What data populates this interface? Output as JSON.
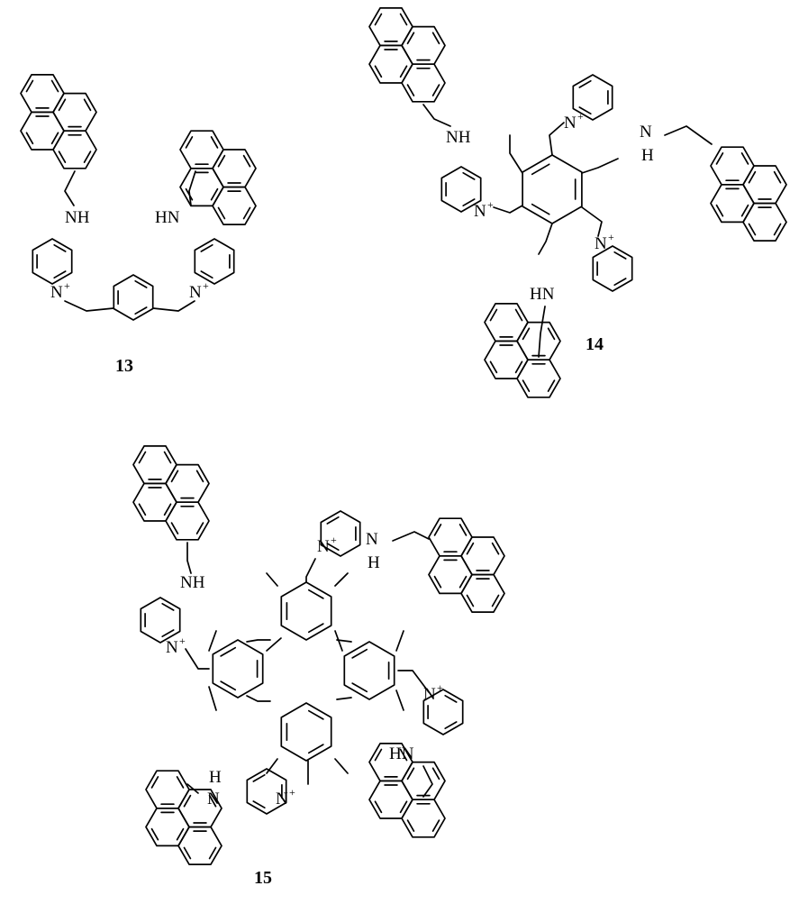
{
  "labels": {
    "nh": "NH",
    "hn": "HN",
    "n": "N",
    "h": "H",
    "nplus_base": "N",
    "plus": "+"
  },
  "compounds": [
    {
      "id": "13"
    },
    {
      "id": "14"
    },
    {
      "id": "15"
    }
  ]
}
